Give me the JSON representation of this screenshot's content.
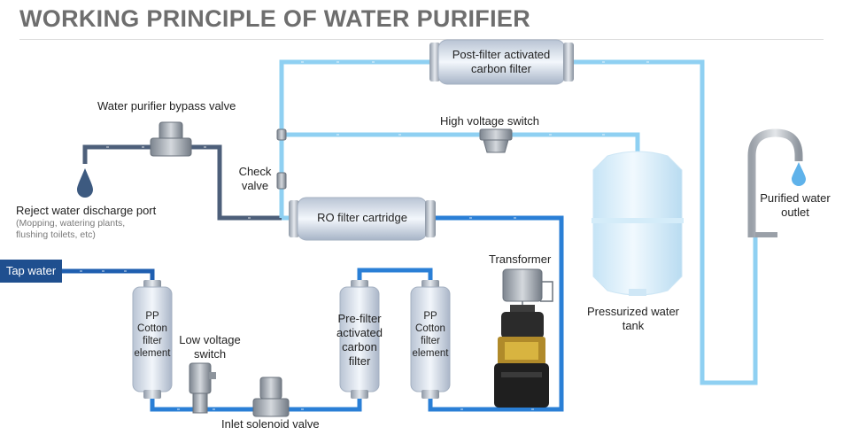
{
  "title": "WORKING PRINCIPLE OF WATER PURIFIER",
  "labels": {
    "tap_water": "Tap water",
    "bypass_valve": "Water purifier bypass valve",
    "reject_port": "Reject water discharge port",
    "reject_note_1": "(Mopping, watering plants,",
    "reject_note_2": "flushing toilets, etc)",
    "check_valve_1": "Check",
    "check_valve_2": "valve",
    "post_filter_1": "Post-filter activated",
    "post_filter_2": "carbon filter",
    "high_voltage_switch": "High voltage switch",
    "ro_cartridge": "RO filter cartridge",
    "pp1_1": "PP",
    "pp1_2": "Cotton",
    "pp1_3": "filter",
    "pp1_4": "element",
    "low_voltage_1": "Low voltage",
    "low_voltage_2": "switch",
    "inlet_valve": "Inlet solenoid valve",
    "prefilter_1": "Pre-filter",
    "prefilter_2": "activated",
    "prefilter_3": "carbon",
    "prefilter_4": "filter",
    "pp2_1": "PP",
    "pp2_2": "Cotton",
    "pp2_3": "filter",
    "pp2_4": "element",
    "transformer": "Transformer",
    "tank_1": "Pressurized water",
    "tank_2": "tank",
    "outlet_1": "Purified water",
    "outlet_2": "outlet"
  },
  "colors": {
    "tap_pipe": "#1f5fb0",
    "raw_pipe": "#2a7fd6",
    "pure_pipe": "#8fd0f2",
    "reject_pipe": "#4d5f7a",
    "title": "#6e6e6e"
  }
}
